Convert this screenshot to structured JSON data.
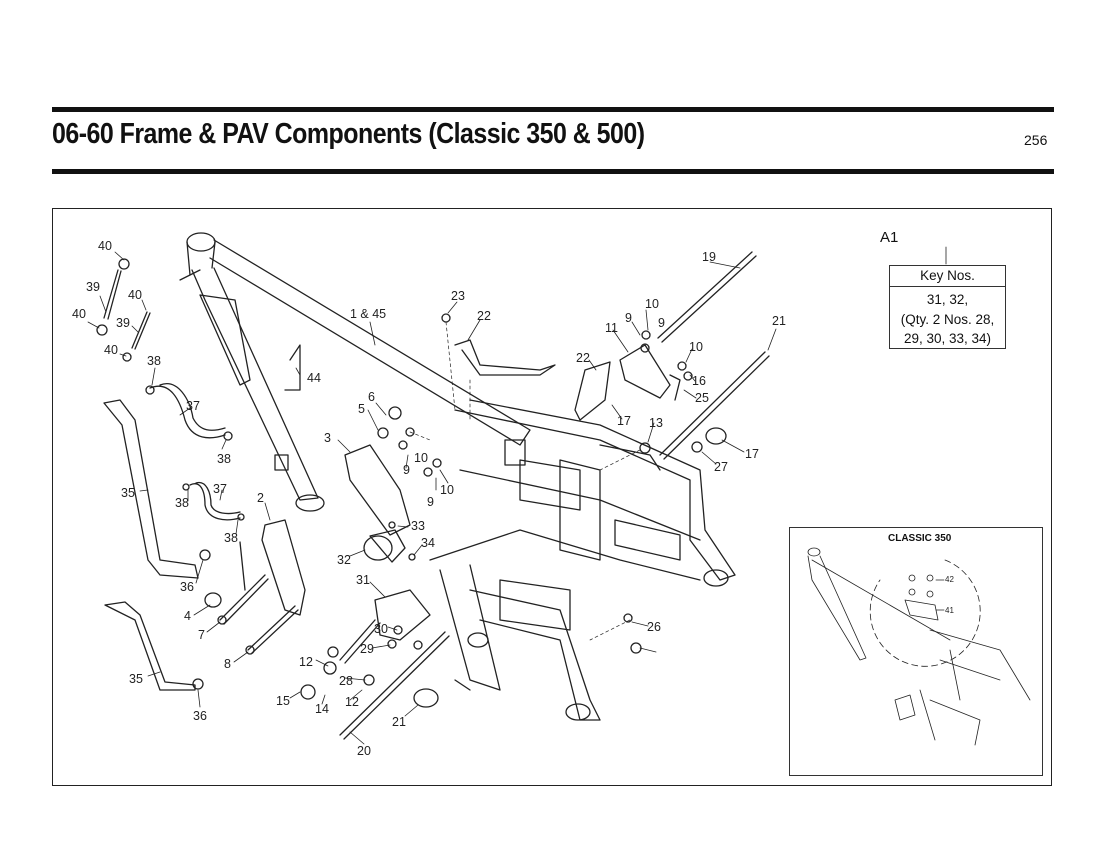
{
  "header": {
    "title": "06-60 Frame & PAV Components (Classic 350 & 500)",
    "page_number": "256"
  },
  "key": {
    "ref": "A1",
    "heading": "Key Nos.",
    "lines": [
      "31, 32,",
      "(Qty. 2 Nos. 28,",
      "29, 30, 33, 34)"
    ]
  },
  "inset": {
    "title": "CLASSIC 350",
    "labels": [
      "42",
      "41"
    ]
  },
  "callouts": [
    "40",
    "39",
    "40",
    "40",
    "39",
    "40",
    "38",
    "37",
    "38",
    "35",
    "38",
    "37",
    "38",
    "36",
    "35",
    "36",
    "1 & 45",
    "44",
    "6",
    "5",
    "3",
    "9",
    "10",
    "9",
    "10",
    "2",
    "4",
    "7",
    "8",
    "33",
    "34",
    "32",
    "31",
    "30",
    "29",
    "12",
    "28",
    "12",
    "14",
    "15",
    "20",
    "21",
    "23",
    "22",
    "22",
    "11",
    "9",
    "10",
    "10",
    "9",
    "16",
    "25",
    "17",
    "13",
    "19",
    "21",
    "17",
    "27",
    "26"
  ],
  "colors": {
    "line": "#222222",
    "rule": "#111111"
  }
}
